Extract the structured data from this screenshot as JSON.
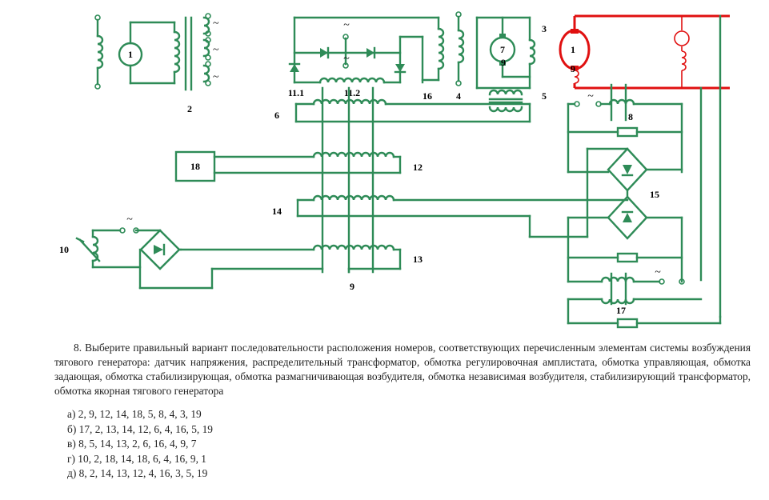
{
  "diagram": {
    "labels": {
      "l1a": "1",
      "l2": "2",
      "l3": "3",
      "l4": "4",
      "l5": "5",
      "l6": "6",
      "l7": "7",
      "l8": "8",
      "l9": "9",
      "l10": "10",
      "l111": "11.1",
      "l112": "11.2",
      "l12": "12",
      "l13": "13",
      "l14": "14",
      "l15": "15",
      "l16": "16",
      "l17": "17",
      "l18": "18",
      "l1b": "1",
      "lb1": "9",
      "lb2": "9"
    },
    "tilde": "~",
    "colors": {
      "circuit": "#2e8b57",
      "traction_generator": "#e01010"
    }
  },
  "question": {
    "number": "8.",
    "text": "Выберите правильный вариант последовательности расположения номеров, соответствующих перечисленным элементам системы возбуждения тягового генератора: датчик напряжения, распределительный трансформатор, обмотка регулировочная амплистата, обмотка управляющая, обмотка задающая, обмотка стабилизирующая, обмотка размагничивающая возбудителя, обмотка независимая возбудителя, стабилизирующий трансформатор, обмотка якорная тягового генератора"
  },
  "options": [
    "а) 2, 9, 12, 14, 18, 5, 8, 4, 3, 19",
    "б) 17, 2, 13, 14, 12, 6, 4, 16, 5, 19",
    "в) 8, 5, 14, 13, 2, 6, 16, 4, 9, 7",
    "г) 10, 2, 18, 14, 18, 6, 4, 16, 9, 1",
    "д) 8, 2, 14, 13, 12, 4, 16, 3, 5, 19"
  ]
}
